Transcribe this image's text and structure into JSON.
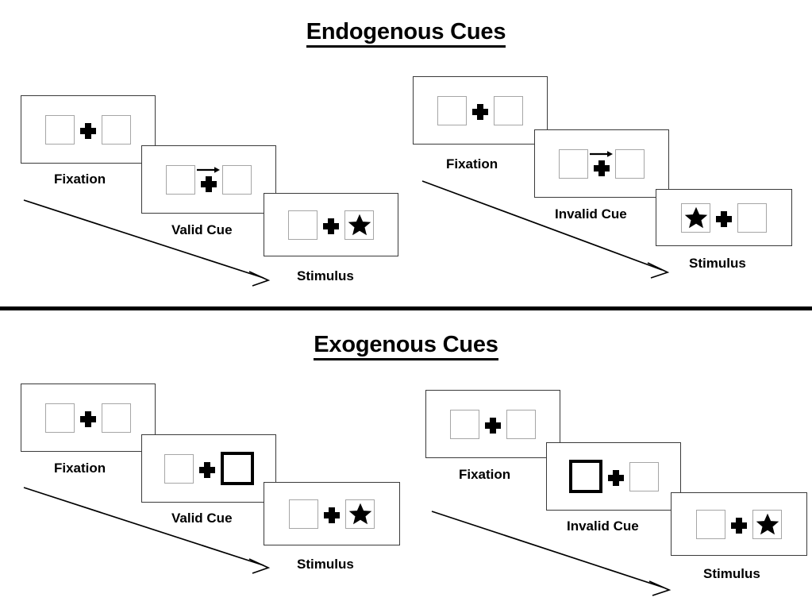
{
  "page": {
    "background": "#ffffff",
    "divider_color": "#000000"
  },
  "sections": [
    {
      "id": "endogenous",
      "title": "Endogenous Cues",
      "cue_type": "central-arrow",
      "sequences": [
        {
          "id": "endogenous-valid",
          "cue_label": "Valid Cue",
          "frames": [
            {
              "label": "Fixation",
              "left_box": "empty",
              "right_box": "empty",
              "center": "plus",
              "cue_arrow": "none"
            },
            {
              "label": "Valid Cue",
              "left_box": "empty",
              "right_box": "empty",
              "center": "plus",
              "cue_arrow": "right-arrow-icon"
            },
            {
              "label": "Stimulus",
              "left_box": "empty",
              "right_box": "star",
              "center": "plus",
              "cue_arrow": "none"
            }
          ]
        },
        {
          "id": "endogenous-invalid",
          "cue_label": "Invalid Cue",
          "frames": [
            {
              "label": "Fixation",
              "left_box": "empty",
              "right_box": "empty",
              "center": "plus",
              "cue_arrow": "none"
            },
            {
              "label": "Invalid Cue",
              "left_box": "empty",
              "right_box": "empty",
              "center": "plus",
              "cue_arrow": "right-arrow-icon"
            },
            {
              "label": "Stimulus",
              "left_box": "star",
              "right_box": "empty",
              "center": "plus",
              "cue_arrow": "none"
            }
          ]
        }
      ]
    },
    {
      "id": "exogenous",
      "title": "Exogenous Cues",
      "cue_type": "peripheral-box-flash",
      "sequences": [
        {
          "id": "exogenous-valid",
          "cue_label": "Valid Cue",
          "frames": [
            {
              "label": "Fixation",
              "left_box": "empty",
              "right_box": "empty",
              "center": "plus",
              "cue_arrow": "none"
            },
            {
              "label": "Valid Cue",
              "left_box": "empty",
              "right_box": "cued",
              "center": "plus",
              "cue_arrow": "none"
            },
            {
              "label": "Stimulus",
              "left_box": "empty",
              "right_box": "star",
              "center": "plus",
              "cue_arrow": "none"
            }
          ]
        },
        {
          "id": "exogenous-invalid",
          "cue_label": "Invalid Cue",
          "frames": [
            {
              "label": "Fixation",
              "left_box": "empty",
              "right_box": "empty",
              "center": "plus",
              "cue_arrow": "none"
            },
            {
              "label": "Invalid Cue",
              "left_box": "cued",
              "right_box": "empty",
              "center": "plus",
              "cue_arrow": "none"
            },
            {
              "label": "Stimulus",
              "left_box": "empty",
              "right_box": "star",
              "center": "plus",
              "cue_arrow": "none"
            }
          ]
        }
      ]
    }
  ],
  "labels": {
    "title_endogenous": "Endogenous Cues",
    "title_exogenous": "Exogenous Cues",
    "fixation": "Fixation",
    "valid_cue": "Valid Cue",
    "invalid_cue": "Invalid Cue",
    "stimulus": "Stimulus"
  },
  "icons": {
    "star": "star-icon",
    "plus": "fixation-cross-icon",
    "cue_arrow": "right-arrow-icon",
    "flow_arrow": "time-flow-arrow-icon"
  },
  "colors": {
    "panel_border": "#3a3a3a",
    "box_border": "#a6a6a6",
    "cued_box_border": "#000000",
    "star_fill": "#000000",
    "text": "#000000"
  }
}
